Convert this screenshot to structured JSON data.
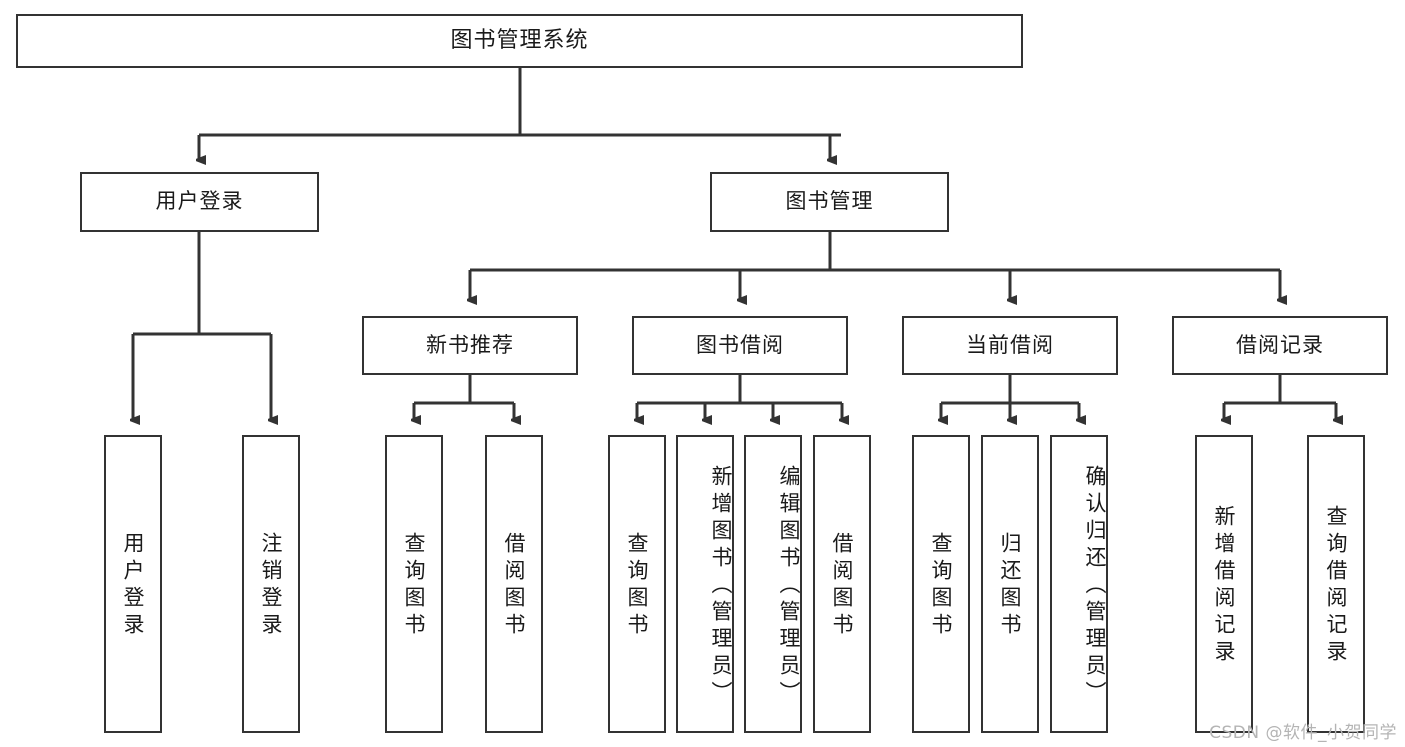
{
  "diagram": {
    "type": "hierarchy-tree",
    "title": "图书管理系统",
    "root": {
      "id": "root",
      "label": "图书管理系统"
    },
    "level2": [
      {
        "id": "user-login",
        "label": "用户登录"
      },
      {
        "id": "book-manage",
        "label": "图书管理"
      }
    ],
    "level3": [
      {
        "id": "new-book-recommend",
        "label": "新书推荐",
        "parent": "book-manage"
      },
      {
        "id": "book-borrow",
        "label": "图书借阅",
        "parent": "book-manage"
      },
      {
        "id": "current-borrow",
        "label": "当前借阅",
        "parent": "book-manage"
      },
      {
        "id": "borrow-record",
        "label": "借阅记录",
        "parent": "book-manage"
      }
    ],
    "leaves": [
      {
        "id": "leaf-user-login",
        "label": "用户登录",
        "parent": "user-login"
      },
      {
        "id": "leaf-logout",
        "label": "注销登录",
        "parent": "user-login"
      },
      {
        "id": "leaf-query-book-1",
        "label": "查询图书",
        "parent": "new-book-recommend"
      },
      {
        "id": "leaf-borrow-book-1",
        "label": "借阅图书",
        "parent": "new-book-recommend"
      },
      {
        "id": "leaf-query-book-2",
        "label": "查询图书",
        "parent": "book-borrow"
      },
      {
        "id": "leaf-add-book",
        "label": "新增图书（管理员）",
        "parent": "book-borrow"
      },
      {
        "id": "leaf-edit-book",
        "label": "编辑图书（管理员）",
        "parent": "book-borrow"
      },
      {
        "id": "leaf-borrow-book-2",
        "label": "借阅图书",
        "parent": "book-borrow"
      },
      {
        "id": "leaf-query-book-3",
        "label": "查询图书",
        "parent": "current-borrow"
      },
      {
        "id": "leaf-return-book",
        "label": "归还图书",
        "parent": "current-borrow"
      },
      {
        "id": "leaf-confirm-return",
        "label": "确认归还（管理员）",
        "parent": "current-borrow"
      },
      {
        "id": "leaf-add-record",
        "label": "新增借阅记录",
        "parent": "borrow-record"
      },
      {
        "id": "leaf-query-record",
        "label": "查询借阅记录",
        "parent": "borrow-record"
      }
    ],
    "colors": {
      "stroke": "#333333",
      "box_fill": "#ffffff",
      "text": "#1a1a1a",
      "background": "#ffffff",
      "watermark": "#b4b4b4"
    }
  },
  "watermark": {
    "text": "CSDN @软件_小贺同学"
  }
}
